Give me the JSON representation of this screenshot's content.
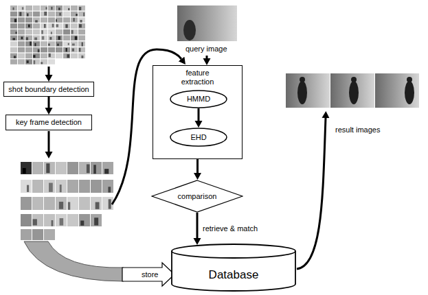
{
  "diagram": {
    "nodes": [
      {
        "text": [
          "shot boundary detection"
        ]
      },
      {
        "text": [
          "key frame detection"
        ]
      },
      {
        "text": [
          "feature extraction"
        ]
      },
      {
        "text": [
          "HMMD"
        ],
        "in": 2
      },
      {
        "text": [
          "EHD"
        ],
        "in": 2
      },
      {
        "text": [
          "comparison"
        ]
      },
      {
        "text": [
          "Database"
        ]
      }
    ],
    "edges": [
      {
        "from": 0,
        "to": 1,
        "arrow": "to"
      },
      {
        "from": 3,
        "to": 4,
        "arrow": "to"
      },
      {
        "from": 2,
        "to": 5,
        "arrow": "to"
      },
      {
        "from": 5,
        "to": 6,
        "arrow": "to",
        "label": "retrieve & match"
      }
    ],
    "labels": [
      "query image",
      "result images",
      "store"
    ]
  }
}
